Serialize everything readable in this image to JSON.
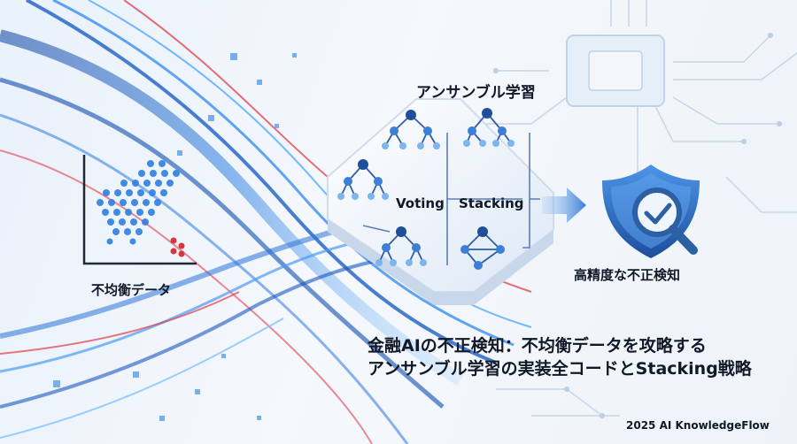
{
  "labels": {
    "ensemble_title": "アンサンブル学習",
    "voting": "Voting",
    "stacking": "Stacking",
    "imbalanced_data": "不均衡データ",
    "high_precision_detection": "高精度な不正検知"
  },
  "headline": {
    "line1": "金融AIの不正検知：不均衡データを攻略する",
    "line2": "アンサンブル学習の実装全コードとStacking戦略"
  },
  "footer": {
    "credit": "2025 AI KnowledgeFlow"
  },
  "colors": {
    "accent_blue": "#3b7fd6",
    "deep_blue": "#1f4f9a",
    "minority_red": "#d6363f",
    "text_dark": "#111827"
  },
  "icons": {
    "shield": "shield-check-icon",
    "magnifier": "magnifier-icon",
    "chip": "circuit-chip-icon"
  }
}
